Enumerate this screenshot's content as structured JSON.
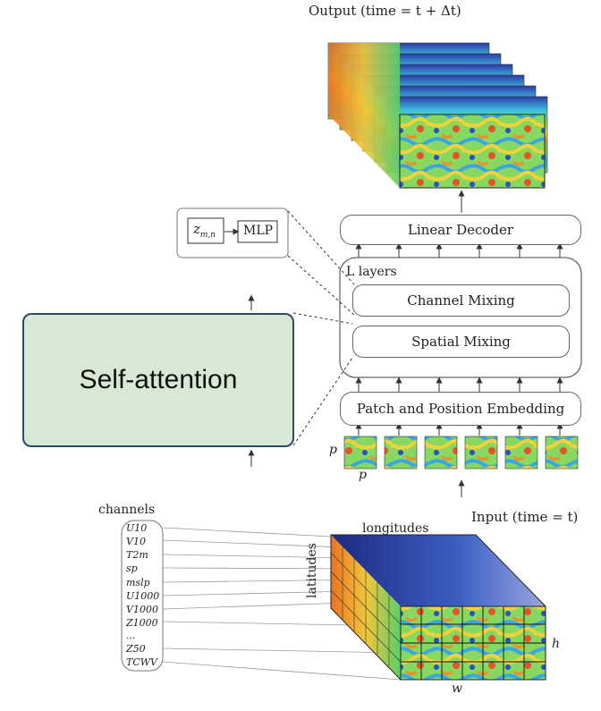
{
  "output_label": "Output (time = t + Δt)",
  "input_label": "Input (time = t)",
  "linear_decoder": "Linear Decoder",
  "l_layers": "L layers",
  "channel_mixing": "Channel Mixing",
  "spatial_mixing": "Spatial Mixing",
  "patch_embedding": "Patch and Position Embedding",
  "mlp_label": "MLP",
  "z_label": "z",
  "z_sub": "m,n",
  "self_attention": "Self-attention",
  "channels_title": "channels",
  "channels": [
    "U10",
    "V10",
    "T2m",
    "sp",
    "mslp",
    "U1000",
    "V1000",
    "Z1000",
    "...",
    "Z50",
    "TCWV"
  ],
  "longitudes": "longitudes",
  "latitudes": "latitudes",
  "h_label": "h",
  "w_label": "w",
  "p_label_left": "p",
  "p_label_bottom": "p",
  "colors": {
    "self_attention_fill": "#d9e8d5",
    "self_attention_border": "#2e4a6b"
  }
}
